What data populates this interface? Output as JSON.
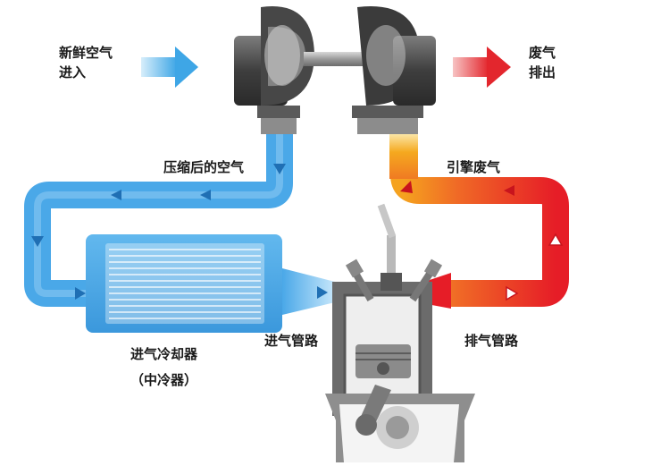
{
  "labels": {
    "fresh_air_line1": "新鲜空气",
    "fresh_air_line2": "进入",
    "exhaust_line1": "废气",
    "exhaust_line2": "排出",
    "compressed_air": "压缩后的空气",
    "engine_exhaust": "引擎废气",
    "intercooler": "进气冷却器",
    "intercooler_alt": "（中冷器）",
    "intake_pipe": "进气管路",
    "exhaust_pipe": "排气管路"
  },
  "colors": {
    "cold_pipe": "#4aa8e8",
    "cold_pipe_light": "#9fd3f5",
    "hot_pipe_red": "#e8232a",
    "hot_pipe_orange": "#f39a1c",
    "turbo_body": "#3a3a3a",
    "engine_gray": "#6b6b6b"
  }
}
